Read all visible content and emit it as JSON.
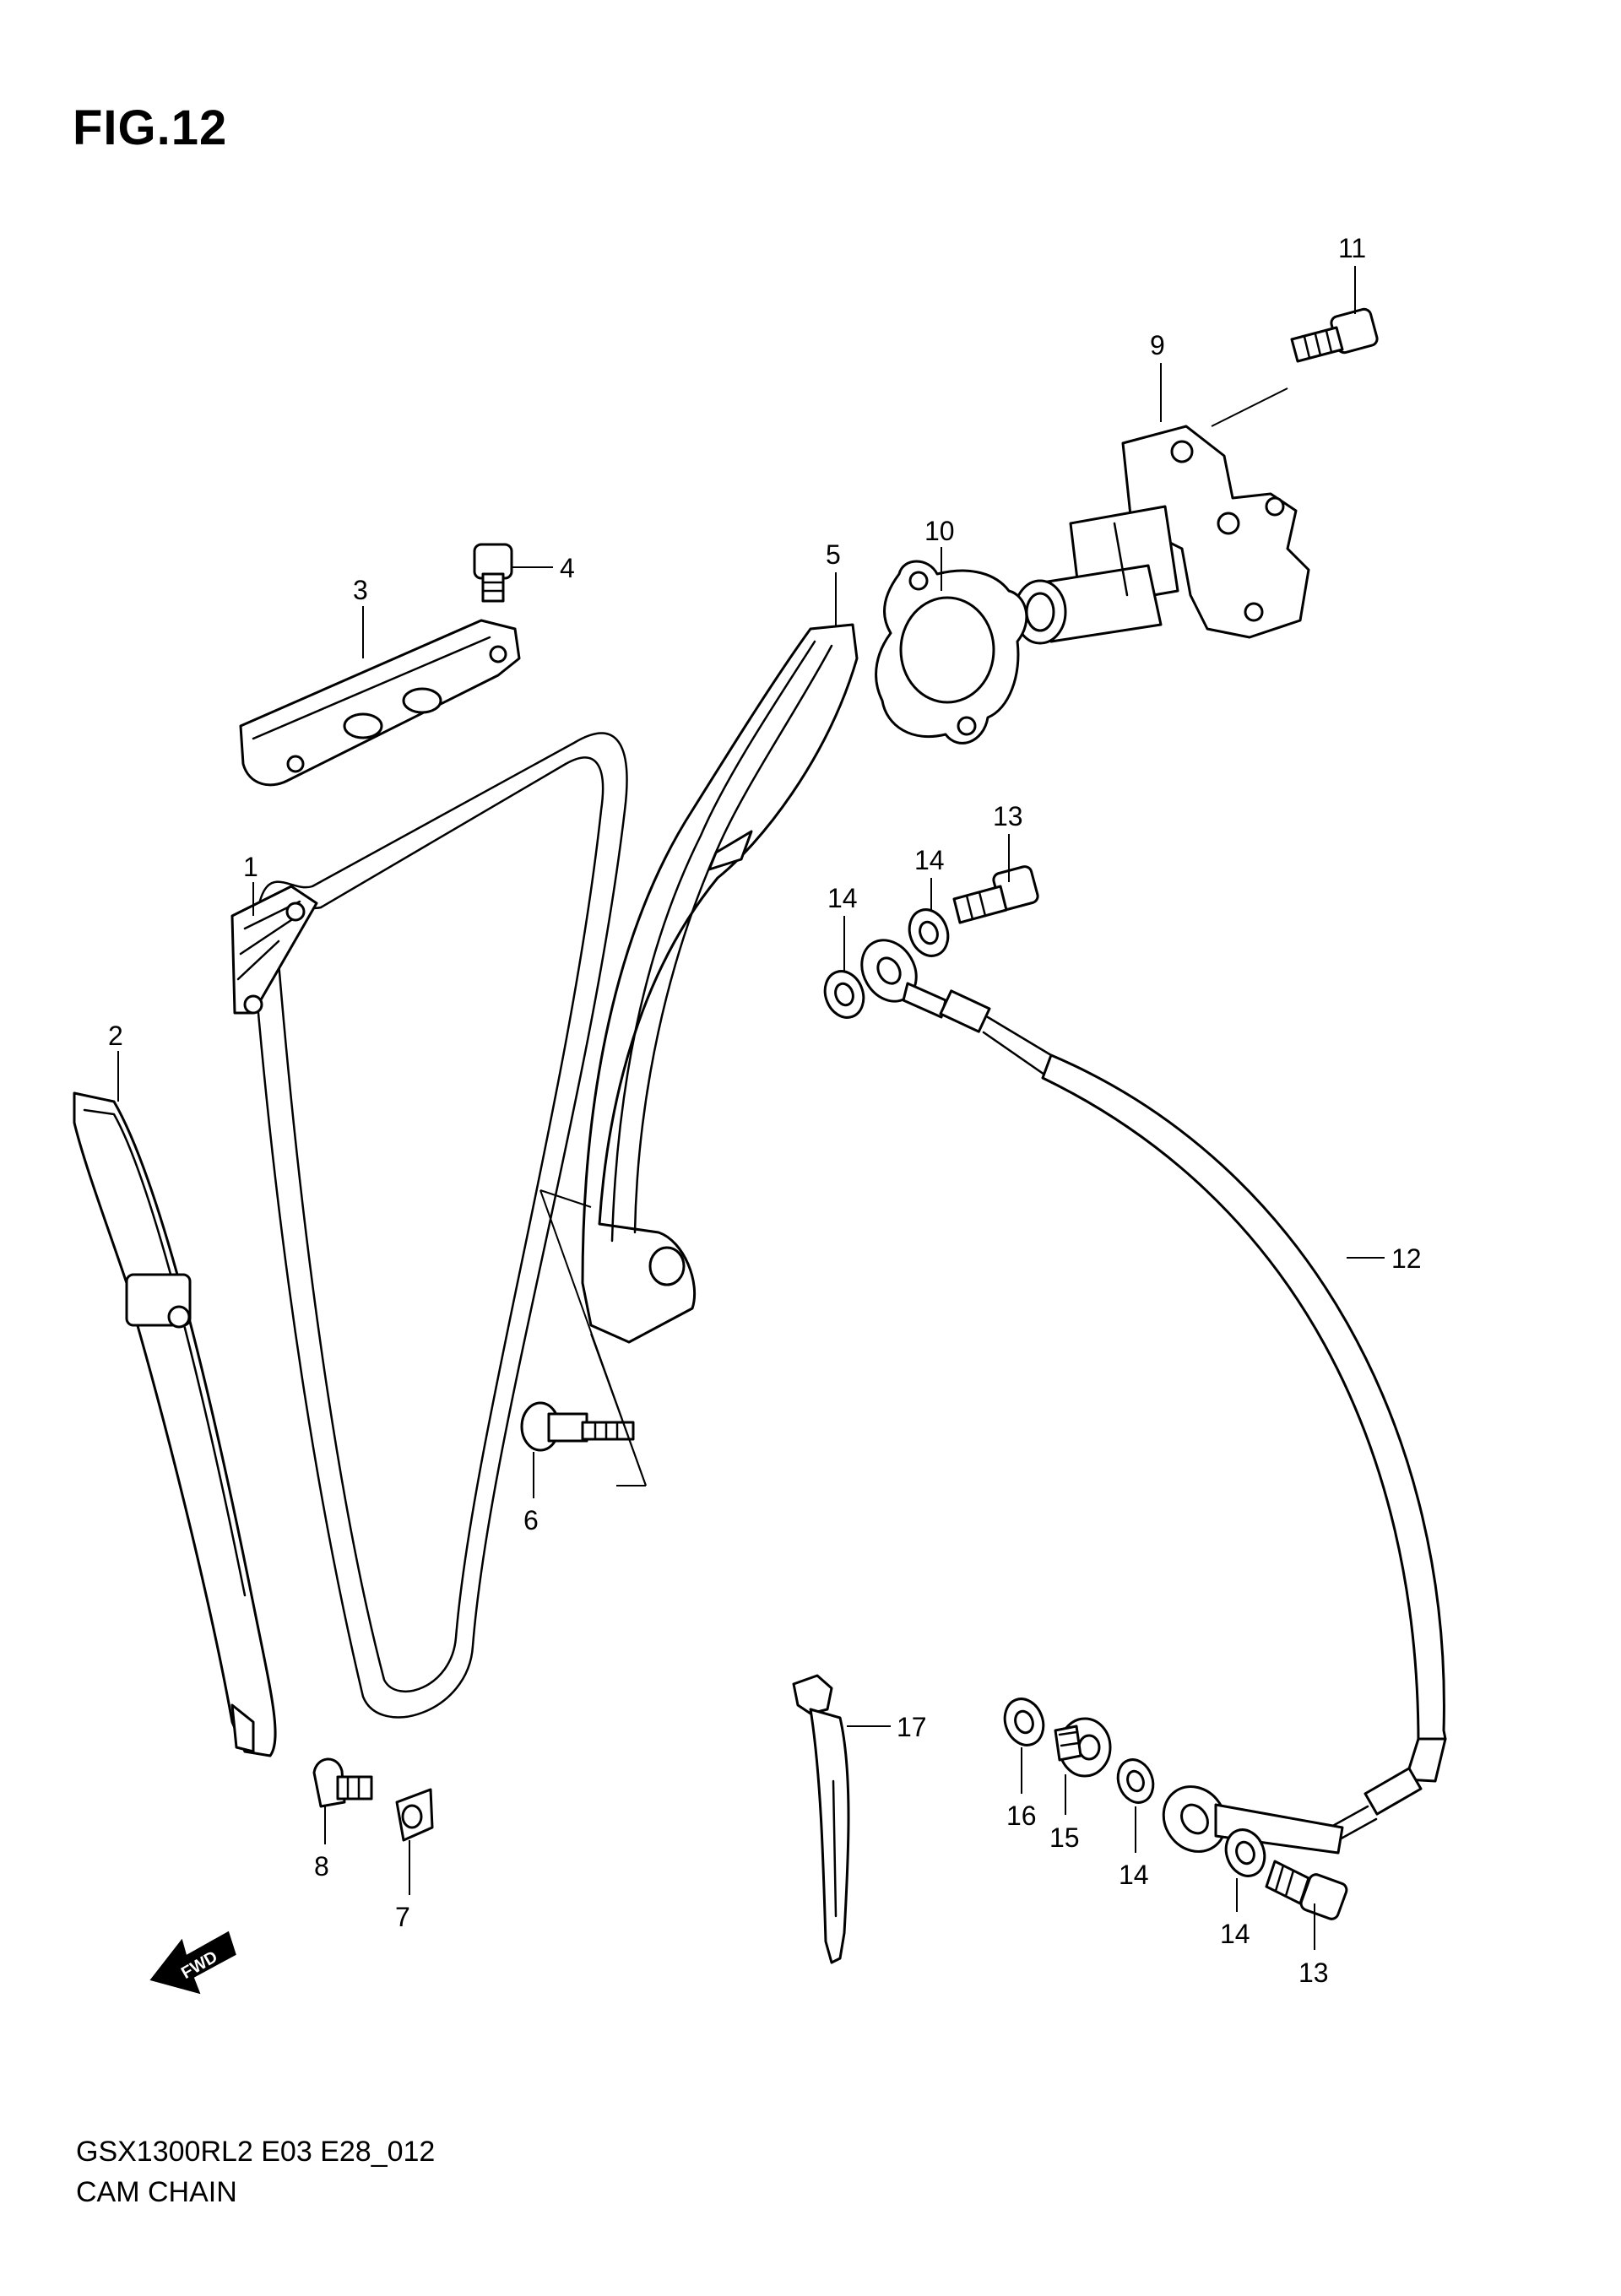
{
  "figure": {
    "title": "FIG.12",
    "model_code": "GSX1300RL2 E03 E28_012",
    "assembly_name": "CAM CHAIN",
    "fwd_label": "FWD"
  },
  "callouts": [
    {
      "id": "c1",
      "label": "1"
    },
    {
      "id": "c2",
      "label": "2"
    },
    {
      "id": "c3",
      "label": "3"
    },
    {
      "id": "c4",
      "label": "4"
    },
    {
      "id": "c5",
      "label": "5"
    },
    {
      "id": "c6",
      "label": "6"
    },
    {
      "id": "c7",
      "label": "7"
    },
    {
      "id": "c8",
      "label": "8"
    },
    {
      "id": "c9",
      "label": "9"
    },
    {
      "id": "c10",
      "label": "10"
    },
    {
      "id": "c11",
      "label": "11"
    },
    {
      "id": "c12",
      "label": "12"
    },
    {
      "id": "c13a",
      "label": "13"
    },
    {
      "id": "c13b",
      "label": "13"
    },
    {
      "id": "c14a",
      "label": "14"
    },
    {
      "id": "c14b",
      "label": "14"
    },
    {
      "id": "c14c",
      "label": "14"
    },
    {
      "id": "c14d",
      "label": "14"
    },
    {
      "id": "c15",
      "label": "15"
    },
    {
      "id": "c16",
      "label": "16"
    },
    {
      "id": "c17",
      "label": "17"
    }
  ]
}
